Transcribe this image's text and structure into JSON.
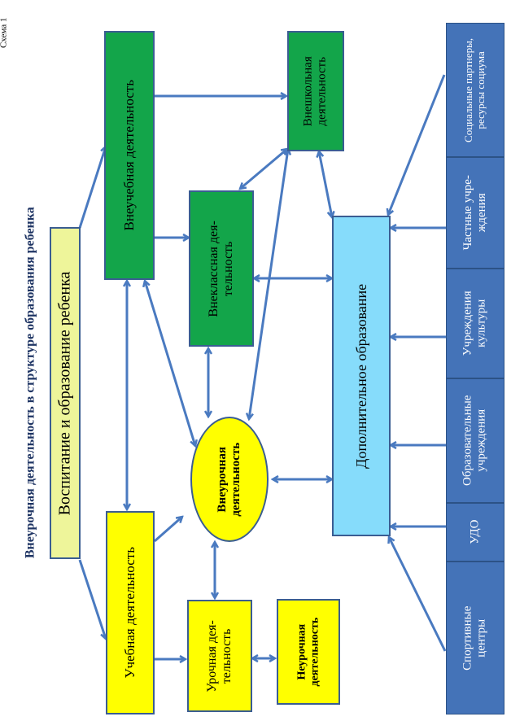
{
  "header": {
    "schema_label": "Схема 1",
    "title": "Внеурочная деятельность в структуре образования ребенка"
  },
  "nodes": {
    "root": "Воспитание и образование ребенка",
    "extracurricular": "Внеучебная деятельность",
    "academic": "Учебная деятельность",
    "out_of_class": [
      "Внеклассная дея-",
      "тельность"
    ],
    "out_of_school": [
      "Внешкольная",
      "деятельность"
    ],
    "after_lesson": [
      "Внеурочная",
      "деятельность"
    ],
    "lesson": [
      "Урочная дея-",
      "тельность"
    ],
    "non_lesson": [
      "Неурочная",
      "деятельность"
    ],
    "additional_education": "Дополнительное образование"
  },
  "resources": [
    [
      "Социальные партнеры,",
      "ресурсы социума"
    ],
    [
      "Частные учре-",
      "ждения"
    ],
    [
      "Учреждения",
      "культуры"
    ],
    [
      "Образовательные",
      "учреждения"
    ],
    [
      "УДО"
    ],
    [
      "Спортивные",
      "центры"
    ]
  ],
  "colors": {
    "arrow": "#4a7ac0",
    "green": "#13a54a",
    "yellow": "#ffff00",
    "light_yellow": "#eef59a",
    "cyan": "#86dcfb",
    "blue": "#4473b8",
    "title": "#1f3564"
  }
}
